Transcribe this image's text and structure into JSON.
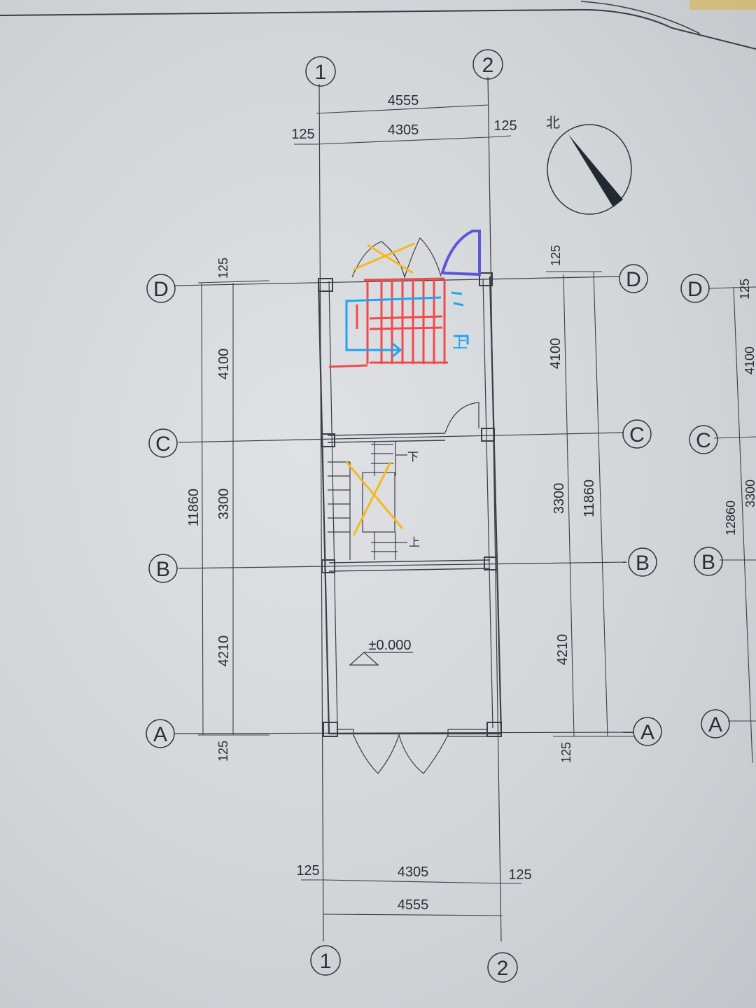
{
  "drawing": {
    "axis_labels": {
      "numbers": [
        "1",
        "2"
      ],
      "letters": [
        "A",
        "B",
        "C",
        "D"
      ]
    },
    "top_dimensions": {
      "overall": "4555",
      "clear": "4305",
      "left_offset": "125",
      "right_offset": "125"
    },
    "bottom_dimensions": {
      "overall": "4555",
      "clear": "4305",
      "left_offset": "125",
      "right_offset": "125"
    },
    "left_dimensions": {
      "top_offset": "125",
      "d_to_c": "4100",
      "c_to_b": "3300",
      "b_to_a": "4210",
      "total": "11860",
      "bottom_offset": "125"
    },
    "right_dimensions": {
      "top_offset": "125",
      "d_to_c": "4100",
      "c_to_b": "3300",
      "b_to_a": "4210",
      "total": "11860",
      "bottom_offset": "125"
    },
    "adjacent_plan": {
      "top_offset": "125",
      "d_to_c": "4100",
      "c_to_b": "3300",
      "total": "12860"
    },
    "stair_down": "下",
    "stair_up": "上",
    "elevation": "±0.000",
    "north": "北"
  },
  "annotations": {
    "colors": {
      "red": "#f04a4a",
      "blue": "#1fa4f0",
      "purple": "#5a58d8",
      "yellow": "#f5b820"
    },
    "sketch_up_label": "上"
  }
}
